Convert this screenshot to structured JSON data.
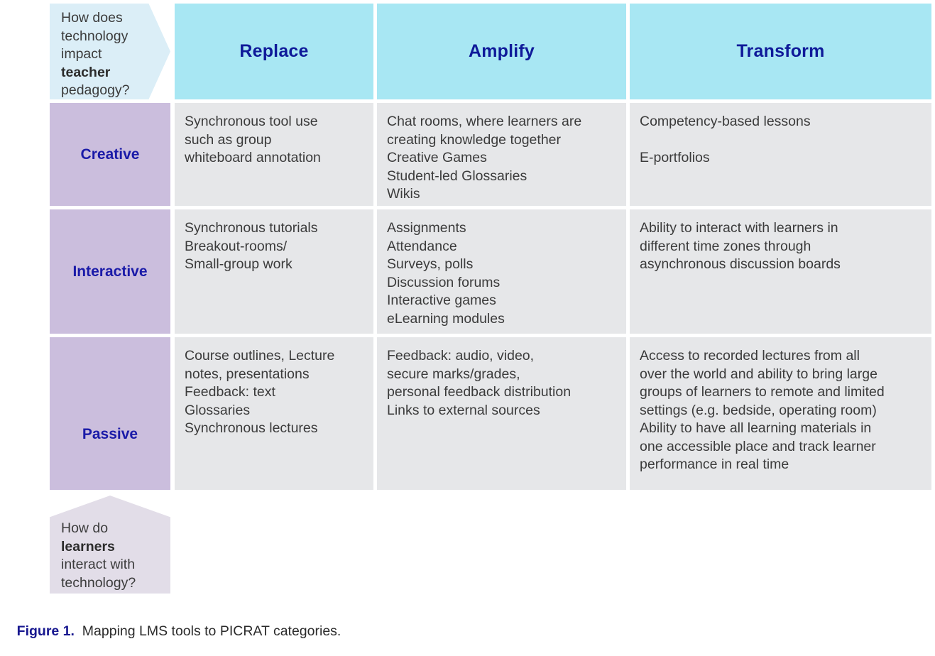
{
  "figure": {
    "caption_label": "Figure 1.",
    "caption_text": "Mapping LMS tools to PICRAT categories."
  },
  "colors": {
    "header_fill": "#a8e7f3",
    "header_text": "#0f1a99",
    "row_label_fill": "#cbbedd",
    "row_label_text": "#1a1aa8",
    "cell_fill": "#e6e7e9",
    "cell_text": "#3b3b3b",
    "top_arrow_fill": "#dbeef7",
    "bottom_arrow_fill": "#e2dde8",
    "caption_accent": "#17178f"
  },
  "top_question": {
    "line1": "How does",
    "line2": "technology",
    "line3": "impact",
    "line4_bold": "teacher",
    "line5": "pedagogy?"
  },
  "bottom_question": {
    "line1": "How do",
    "line2_bold": "learners",
    "line3": "interact with",
    "line4": "technology?"
  },
  "columns": [
    {
      "label": "Replace"
    },
    {
      "label": "Amplify"
    },
    {
      "label": "Transform"
    }
  ],
  "rows": [
    {
      "label": "Creative",
      "cells": [
        "Synchronous tool use\nsuch as group\nwhiteboard annotation",
        "Chat rooms, where learners are\ncreating knowledge together\nCreative Games\nStudent-led Glossaries\nWikis",
        "Competency-based  lessons\n\nE-portfolios"
      ]
    },
    {
      "label": "Interactive",
      "cells": [
        "Synchronous tutorials\nBreakout-rooms/\nSmall-group work",
        "Assignments\nAttendance\nSurveys, polls\nDiscussion forums\nInteractive games\neLearning modules",
        "Ability to interact with learners in\ndifferent time zones through\nasynchronous discussion boards"
      ]
    },
    {
      "label": "Passive",
      "cells": [
        "Course outlines, Lecture\nnotes, presentations\nFeedback: text\nGlossaries\nSynchronous lectures",
        "Feedback: audio, video,\nsecure marks/grades,\npersonal feedback distribution\nLinks to external sources",
        "Access to recorded lectures from all\nover the world and ability to bring large\ngroups of learners to remote and limited\nsettings (e.g. bedside, operating room)\nAbility to have all learning materials in\none accessible place and track learner\nperformance in real time"
      ]
    }
  ]
}
